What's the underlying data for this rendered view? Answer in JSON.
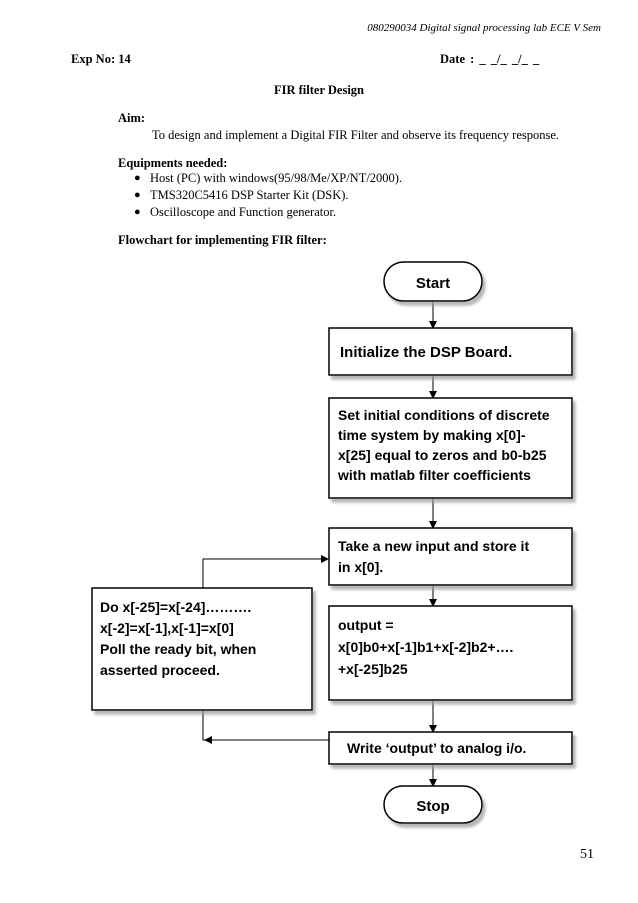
{
  "header": {
    "course_line": "080290034 Digital signal processing lab ECE V Sem",
    "exp_no": "Exp No: 14",
    "date": "Date   :  _ _/_ _/_ _"
  },
  "title": "FIR filter Design",
  "aim": {
    "label": "Aim:",
    "text": "To design and implement a Digital FIR Filter and observe its frequency response."
  },
  "equipments": {
    "label": "Equipments needed:",
    "items": [
      "Host (PC) with windows(95/98/Me/XP/NT/2000).",
      "TMS320C5416 DSP Starter Kit (DSK).",
      "Oscilloscope and Function generator."
    ]
  },
  "flowchart": {
    "label": "Flowchart for implementing FIR filter:",
    "start": "Start",
    "init": "Initialize the DSP Board.",
    "set_lines": [
      "Set initial conditions of  discrete",
      "time system by making x[0]-",
      "x[25] equal to zeros and b0-b25",
      "with matlab filter coefficients"
    ],
    "input_lines": [
      "Take a new input and store it",
      "in x[0]."
    ],
    "output_lines": [
      "output  =",
      "x[0]b0+x[-1]b1+x[-2]b2+….",
      "+x[-25]b25"
    ],
    "shift_lines": [
      "Do  x[-25]=x[-24]……….",
      "x[-2]=x[-1],x[-1]=x[0]",
      "Poll the ready bit, when",
      "asserted proceed."
    ],
    "write": "Write ‘output’ to analog i/o.",
    "stop": "Stop"
  },
  "page_number": "51"
}
